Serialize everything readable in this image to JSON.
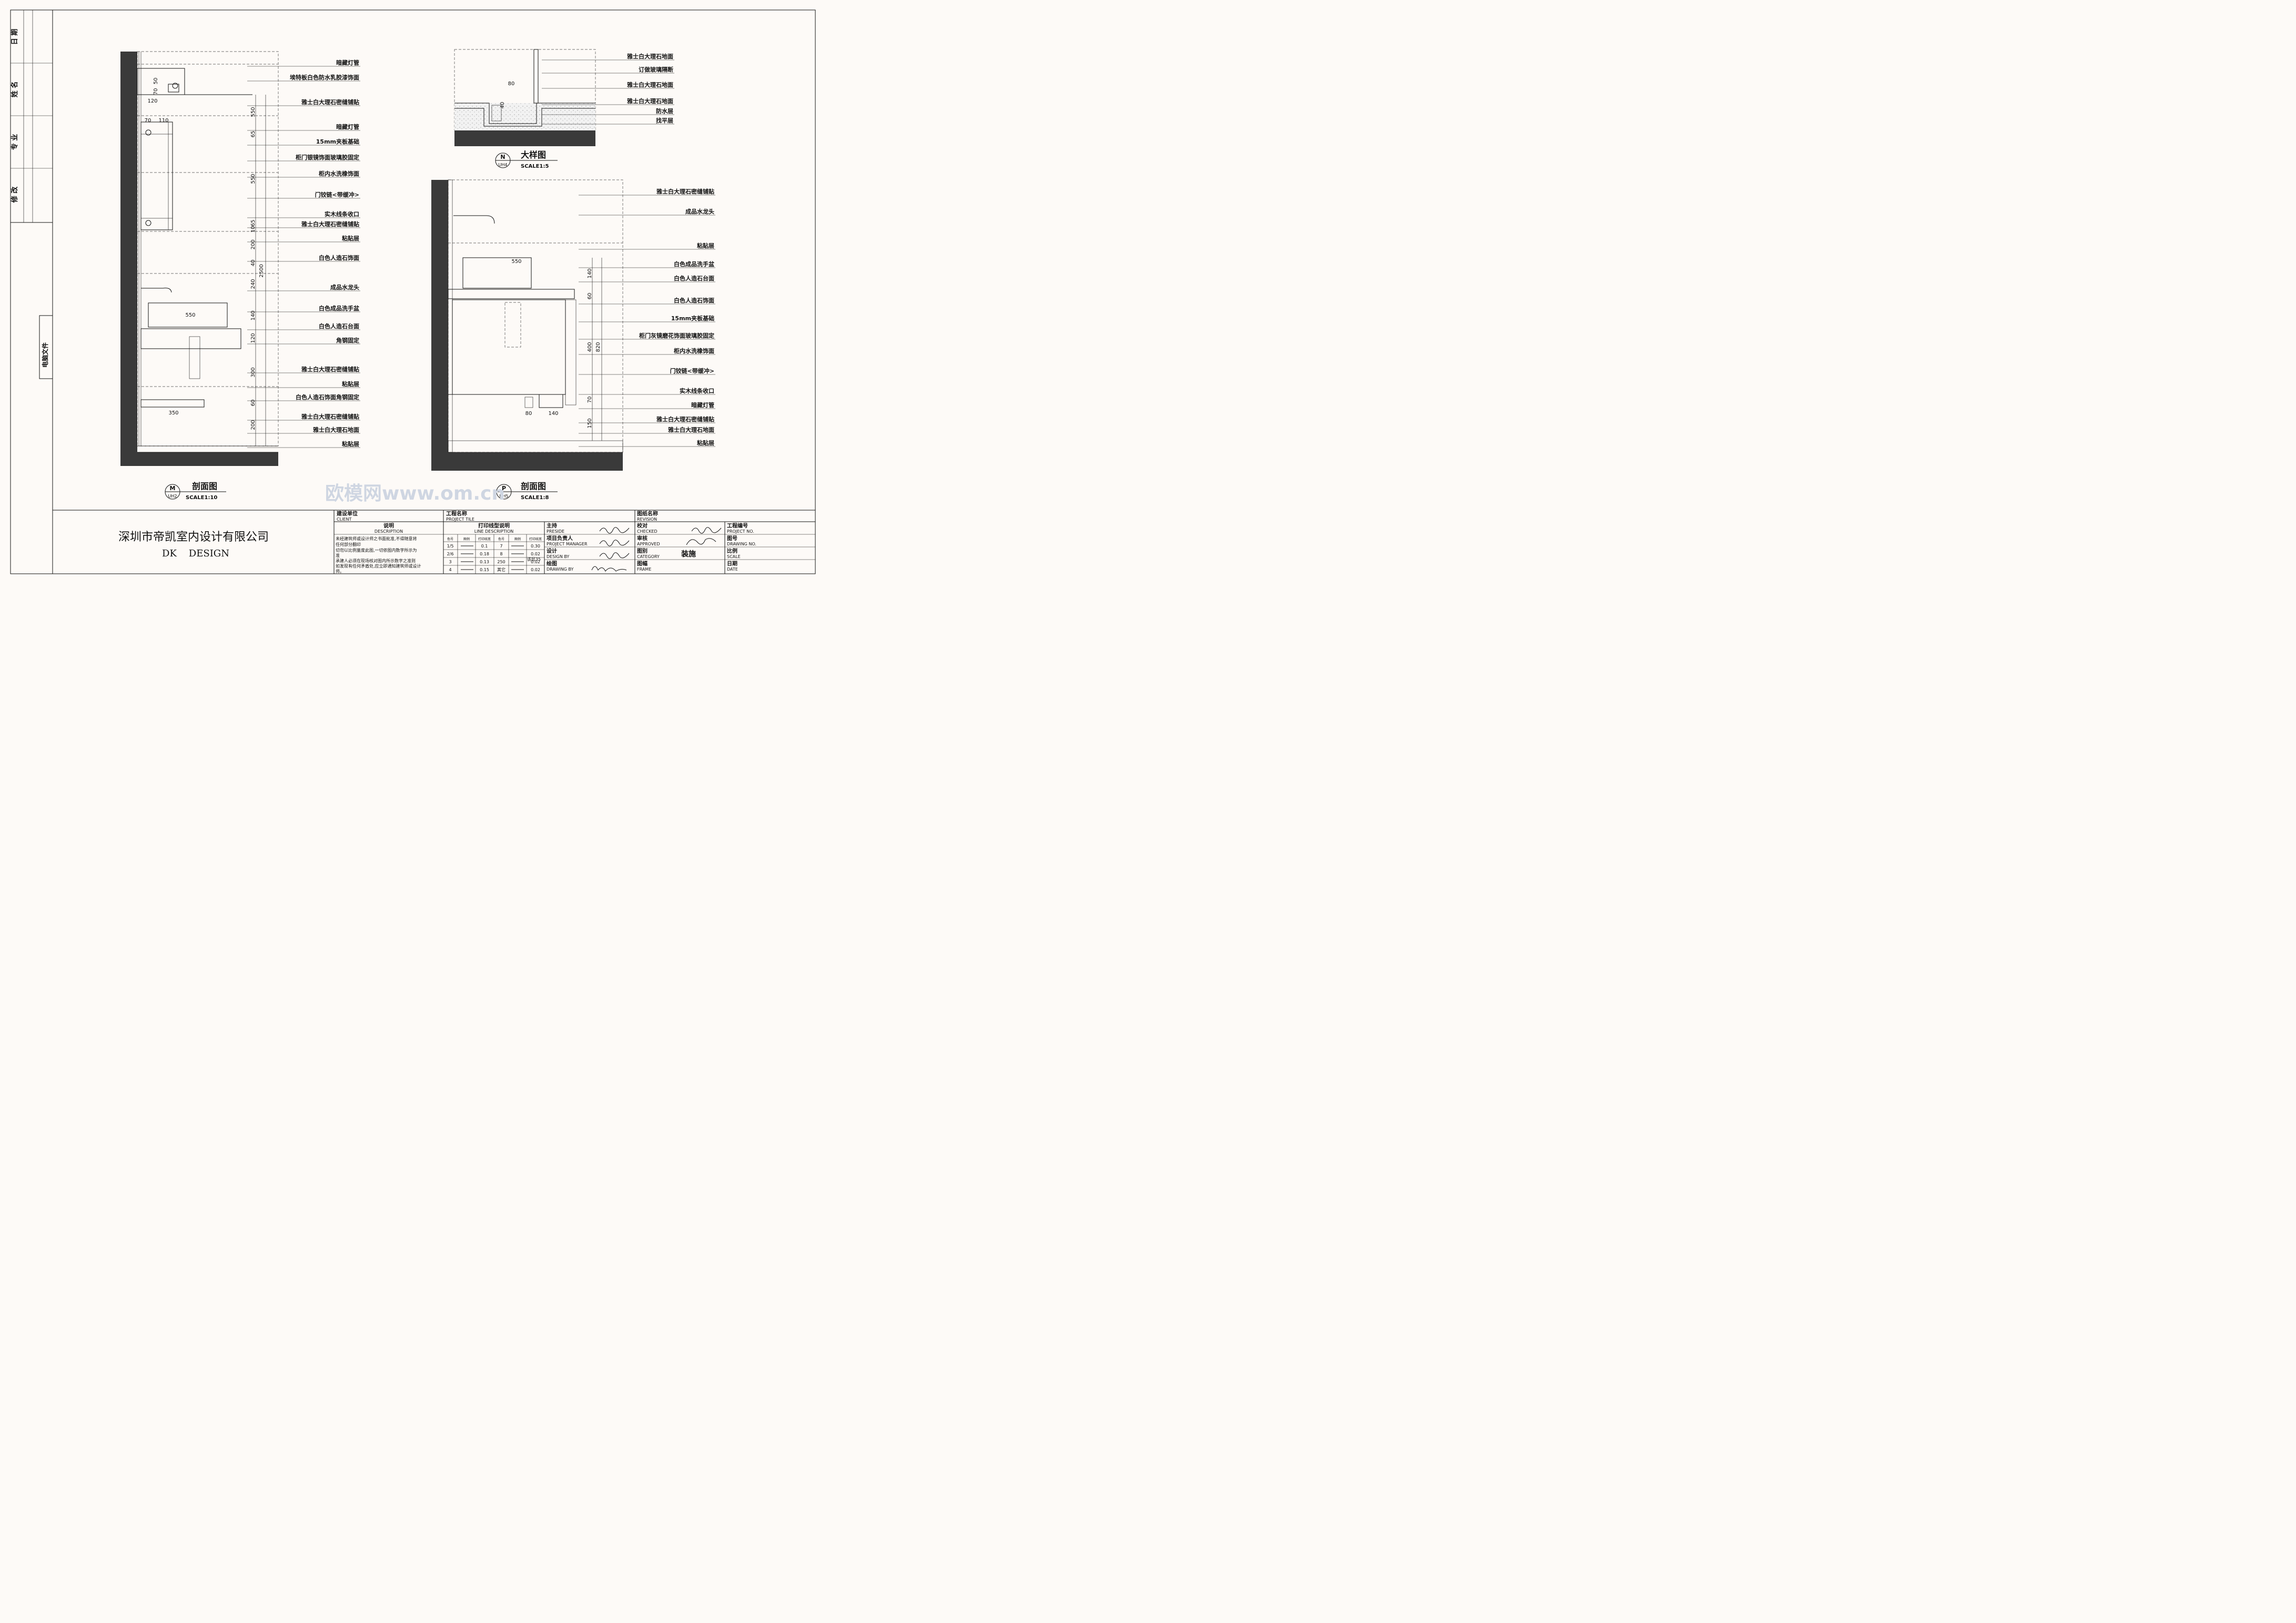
{
  "revision_column": {
    "date": "日 期",
    "name": "姓 名",
    "major": "专 业",
    "revise": "修 改",
    "computer_file": "电脑文件"
  },
  "section_m": {
    "marker_letter": "M",
    "marker_sheet": "UH2",
    "title": "剖面图",
    "scale": "SCALE1:10",
    "labels": [
      "暗藏灯管",
      "埃特板白色防水乳胶漆饰面",
      "雅士白大理石密缝铺贴",
      "暗藏灯管",
      "15mm夹板基础",
      "柜门银镜饰面玻璃胶固定",
      "柜内水洗橡饰面",
      "门铰链<带缓冲>",
      "实木线条收口",
      "雅士白大理石密缝铺贴",
      "粘贴层",
      "白色人造石饰面",
      "成品水龙头",
      "白色成品洗手盆",
      "白色人造石台面",
      "角钢固定",
      "雅士白大理石密缝铺贴",
      "粘贴层",
      "白色人造石饰面角钢固定",
      "雅士白大理石密缝铺贴",
      "雅士白大理石地面",
      "粘贴层"
    ],
    "dims_vertical": [
      "550",
      "65",
      "550",
      "65",
      "10",
      "200",
      "40",
      "240",
      "140",
      "120",
      "300",
      "60",
      "200",
      "2500"
    ],
    "dims_small": [
      "50",
      "70",
      "70",
      "110",
      "120"
    ],
    "dims_horizontal": [
      "550",
      "350"
    ]
  },
  "detail_n": {
    "marker_letter": "N",
    "marker_sheet": "UH4",
    "title": "大样图",
    "scale": "SCALE1:5",
    "labels": [
      "雅士白大理石地面",
      "订做玻璃隔断",
      "雅士白大理石地面",
      "雅士白大理石地面",
      "防水层",
      "找平层"
    ],
    "dims": [
      "80",
      "40"
    ]
  },
  "section_p": {
    "marker_letter": "P",
    "marker_sheet": "UH5",
    "title": "剖面图",
    "scale": "SCALE1:8",
    "labels": [
      "雅士白大理石密缝铺贴",
      "成品水龙头",
      "粘贴层",
      "白色成品洗手盆",
      "白色人造石台面",
      "白色人造石饰面",
      "15mm夹板基础",
      "柜门灰镜磨花饰面玻璃胶固定",
      "柜内水洗橡饰面",
      "门铰链<带缓冲>",
      "实木线条收口",
      "暗藏灯管",
      "雅士白大理石密缝铺贴",
      "雅士白大理石地面",
      "粘贴层"
    ],
    "dims_vertical": [
      "140",
      "60",
      "400",
      "70",
      "150",
      "820"
    ],
    "dims_horizontal": [
      "550",
      "80",
      "140"
    ]
  },
  "watermark": "欧模网www.om.cn",
  "title_block": {
    "company": "深圳市帝凯室内设计有限公司",
    "company_en": "DK    DESIGN",
    "client_cn": "建设单位",
    "client_en": "CLIENT",
    "project_cn": "工程名称",
    "project_en": "PROJECT TILE",
    "drawing_name_cn": "图纸名称",
    "drawing_name_en": "REVISION",
    "desc_cn": "说明",
    "desc_en": "DESCRIPTION",
    "notes": [
      "未经建筑师或设计师之书面批准,不得随意将",
      "任何部分翻印",
      "切勿以比例量度此图,一切依图内数字所示为",
      "准",
      "承建人必须在现场核对图内所示数字之准则",
      "如发现有任何矛盾处,应立即通知建筑师或设计",
      "师。"
    ],
    "line_desc_cn": "打印线型说明",
    "line_desc_en": "LINE DESCRIPTION",
    "line_headers": [
      "色号",
      "图例",
      "打印线宽",
      "色号",
      "图例",
      "打印线宽"
    ],
    "line_rows": [
      [
        "1/5",
        "0.1",
        "7",
        "0.30"
      ],
      [
        "2/6",
        "0.18",
        "8",
        "0.02"
      ],
      [
        "3",
        "0.13",
        "250",
        "0.02"
      ],
      [
        "4",
        "0.15",
        "其它",
        "0.02"
      ]
    ],
    "line_extra": "该层35",
    "preside_cn": "主持",
    "preside_en": "PRESIDE",
    "pm_cn": "项目负责人",
    "pm_en": "PROJECT MANAGER",
    "design_cn": "设计",
    "design_en": "DESIGN BY",
    "drawing_cn": "绘图",
    "drawing_en": "DRAWING BY",
    "checked_cn": "校对",
    "checked_en": "CHECKED",
    "approved_cn": "审核",
    "approved_en": "APPROVED",
    "category_cn": "图别",
    "category_en": "CATEGORY",
    "category_value": "装施",
    "frame_cn": "图幅",
    "frame_en": "FRAME",
    "project_no_cn": "工程编号",
    "project_no_en": "PROJECT NO.",
    "drawing_no_cn": "图号",
    "drawing_no_en": "DRAWING NO.",
    "scale_cn": "比例",
    "scale_en": "SCALE",
    "date_cn": "日期",
    "date_en": "DATE"
  }
}
